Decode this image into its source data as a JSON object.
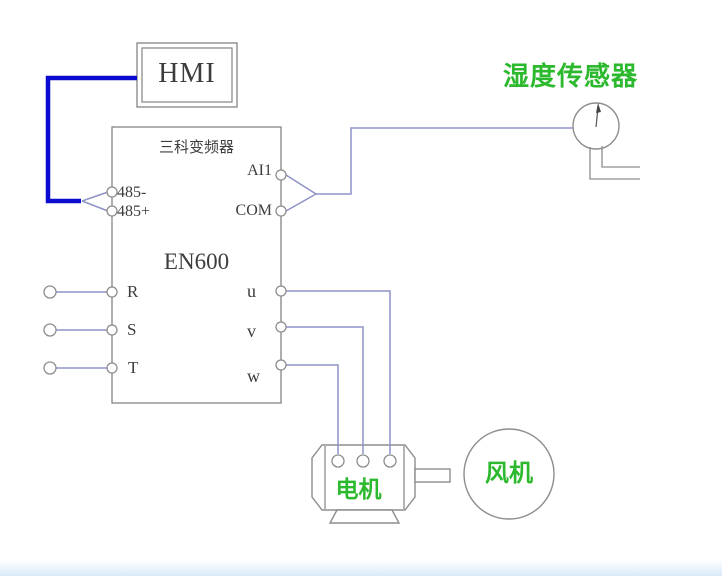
{
  "colors": {
    "wire": "#8f93c6",
    "wire_thick": "#0b0bd0",
    "outline": "#8d8d8d",
    "text_dark": "#3d3d3d",
    "green": "#2db92d",
    "band": "#d9e9f8"
  },
  "hmi": {
    "label": "HMI"
  },
  "inverter": {
    "title": "三科变频器",
    "model": "EN600",
    "terminals": {
      "rs485_minus": "485-",
      "rs485_plus": "485+",
      "r": "R",
      "s": "S",
      "t": "T",
      "ai1": "AI1",
      "com": "COM",
      "u": "u",
      "v": "v",
      "w": "w"
    }
  },
  "sensor": {
    "label": "湿度传感器"
  },
  "motor": {
    "label": "电机"
  },
  "fan": {
    "label": "风机"
  }
}
